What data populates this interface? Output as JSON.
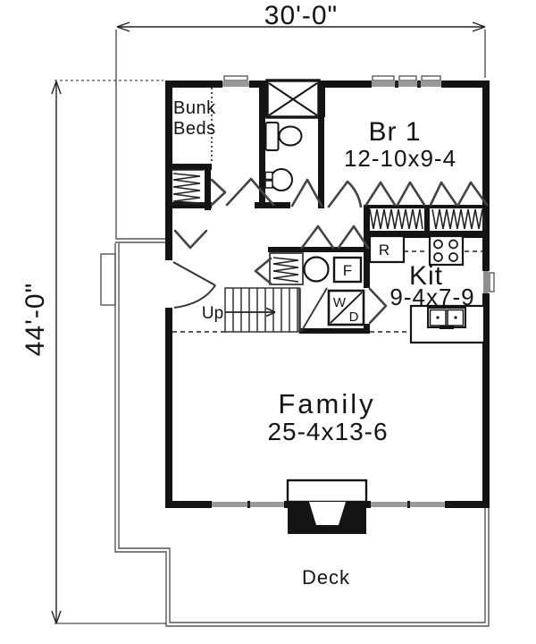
{
  "plan": {
    "dimensions": {
      "overall_width": "30'-0\"",
      "overall_depth": "44'-0\""
    },
    "rooms": {
      "bunk": {
        "line1": "Bunk",
        "line2": "Beds"
      },
      "bedroom1": {
        "name": "Br 1",
        "size": "12-10x9-4"
      },
      "kitchen": {
        "name": "Kit",
        "size": "9-4x7-9"
      },
      "family": {
        "name": "Family",
        "size": "25-4x13-6"
      },
      "deck": {
        "name": "Deck"
      }
    },
    "labels": {
      "stairs_up": "Up",
      "refrigerator": "R",
      "furnace": "F",
      "washer": "W",
      "dryer": "D"
    },
    "colors": {
      "line": "#141414",
      "background": "#ffffff"
    }
  }
}
